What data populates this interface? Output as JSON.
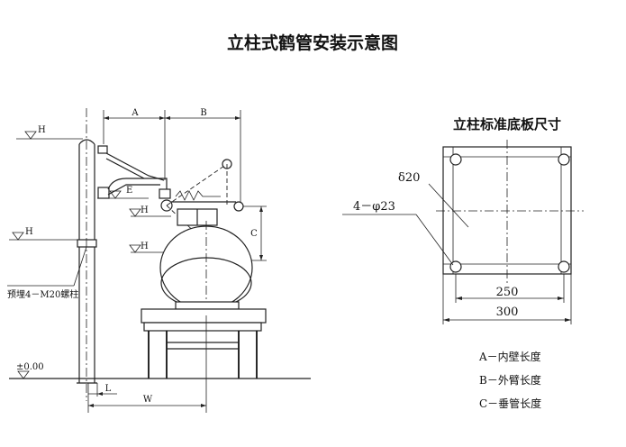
{
  "title": "立柱式鹤管安装示意图",
  "plate": {
    "title": "立柱标准底板尺寸",
    "thickness_label": "δ20",
    "holes_label": "4－φ23",
    "inner_dim": "250",
    "outer_dim": "300"
  },
  "elevation": {
    "dim_a": "A",
    "dim_b": "B",
    "level_h_top": "H",
    "level_h_mid": "H",
    "level_h_left": "H",
    "level_h_tank": "H",
    "label_e": "E",
    "label_c": "C",
    "bolt_label": "预埋4－M20螺柱",
    "ground_level": "±0.00",
    "dim_l": "L",
    "dim_w": "W"
  },
  "legend": [
    "A－内壁长度",
    "B－外臂长度",
    "C－垂管长度"
  ]
}
